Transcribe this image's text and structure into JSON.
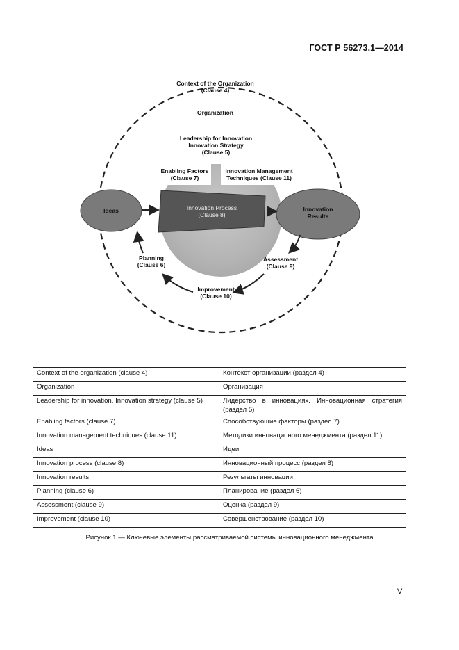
{
  "header": {
    "standard_code": "ГОСТ Р 56273.1—2014"
  },
  "diagram": {
    "context_title": "Context of the Organization",
    "context_clause": "(Clause 4)",
    "organization": "Organization",
    "leadership_line1": "Leadership for Innovation",
    "leadership_line2": "Innovation Strategy",
    "leadership_clause": "(Clause 5)",
    "enabling_title": "Enabling Factors",
    "enabling_clause": "(Clause 7)",
    "techniques_title": "Innovation Management",
    "techniques_line2": "Techniques (Clause 11)",
    "ideas": "Ideas",
    "process_title": "Innovation Process",
    "process_clause": "(Clause 8)",
    "results_line1": "Innovation",
    "results_line2": "Results",
    "planning_title": "Planning",
    "planning_clause": "(Clause 6)",
    "assessment_title": "Assessment",
    "assessment_clause": "(Clause 9)",
    "improvement_title": "Improvement",
    "improvement_clause": "(Clause 10)"
  },
  "table": {
    "rows": [
      {
        "en": "Context of the organization (clause 4)",
        "ru": "Контекст организации (раздел 4)"
      },
      {
        "en": "Organization",
        "ru": "Организация"
      },
      {
        "en": "Leadership for innovation. Innovation strategy (clause 5)",
        "ru": "Лидерство в инновациях. Инновационная стратегия (раздел 5)"
      },
      {
        "en": "Enabling factors (clause 7)",
        "ru": "Способствующие факторы (раздел 7)"
      },
      {
        "en": "Innovation management techniques (clause 11)",
        "ru": "Методики инновационого менеджмента (раздел 11)"
      },
      {
        "en": "Ideas",
        "ru": "Идеи"
      },
      {
        "en": "Innovation process (clause 8)",
        "ru": "Инновационный процесс (раздел 8)"
      },
      {
        "en": "Innovation results",
        "ru": "Результаты инновации"
      },
      {
        "en": "Planning (clause 6)",
        "ru": "Планирование (раздел 6)"
      },
      {
        "en": "Assessment (clause 9)",
        "ru": "Оценка (раздел 9)"
      },
      {
        "en": "Improvement (clause 10)",
        "ru": "Совершенствование (раздел 10)"
      }
    ]
  },
  "caption": "Рисунок 1 — Ключевые элементы рассматриваемой системы инновационного менеджмента",
  "page_number": "V"
}
